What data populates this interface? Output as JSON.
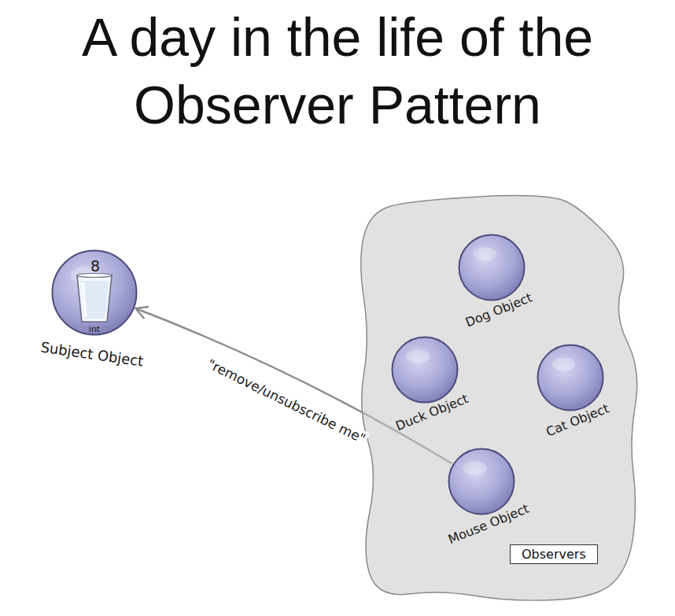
{
  "diagram": {
    "title": "A day in the life of the Observer Pattern",
    "nodes": [
      {
        "text": [
          "8",
          "int",
          "Subject Object"
        ]
      },
      {
        "text": [
          "Observers"
        ]
      },
      {
        "text": [
          "Dog Object"
        ],
        "in": 1
      },
      {
        "text": [
          "Duck Object"
        ],
        "in": 1
      },
      {
        "text": [
          "Cat Object"
        ],
        "in": 1
      },
      {
        "text": [
          "Mouse Object"
        ],
        "in": 1
      }
    ],
    "edges": [
      {
        "from": 5,
        "to": 0,
        "label": "\"remove/unsubscribe me\"",
        "arrow": "to"
      }
    ]
  }
}
